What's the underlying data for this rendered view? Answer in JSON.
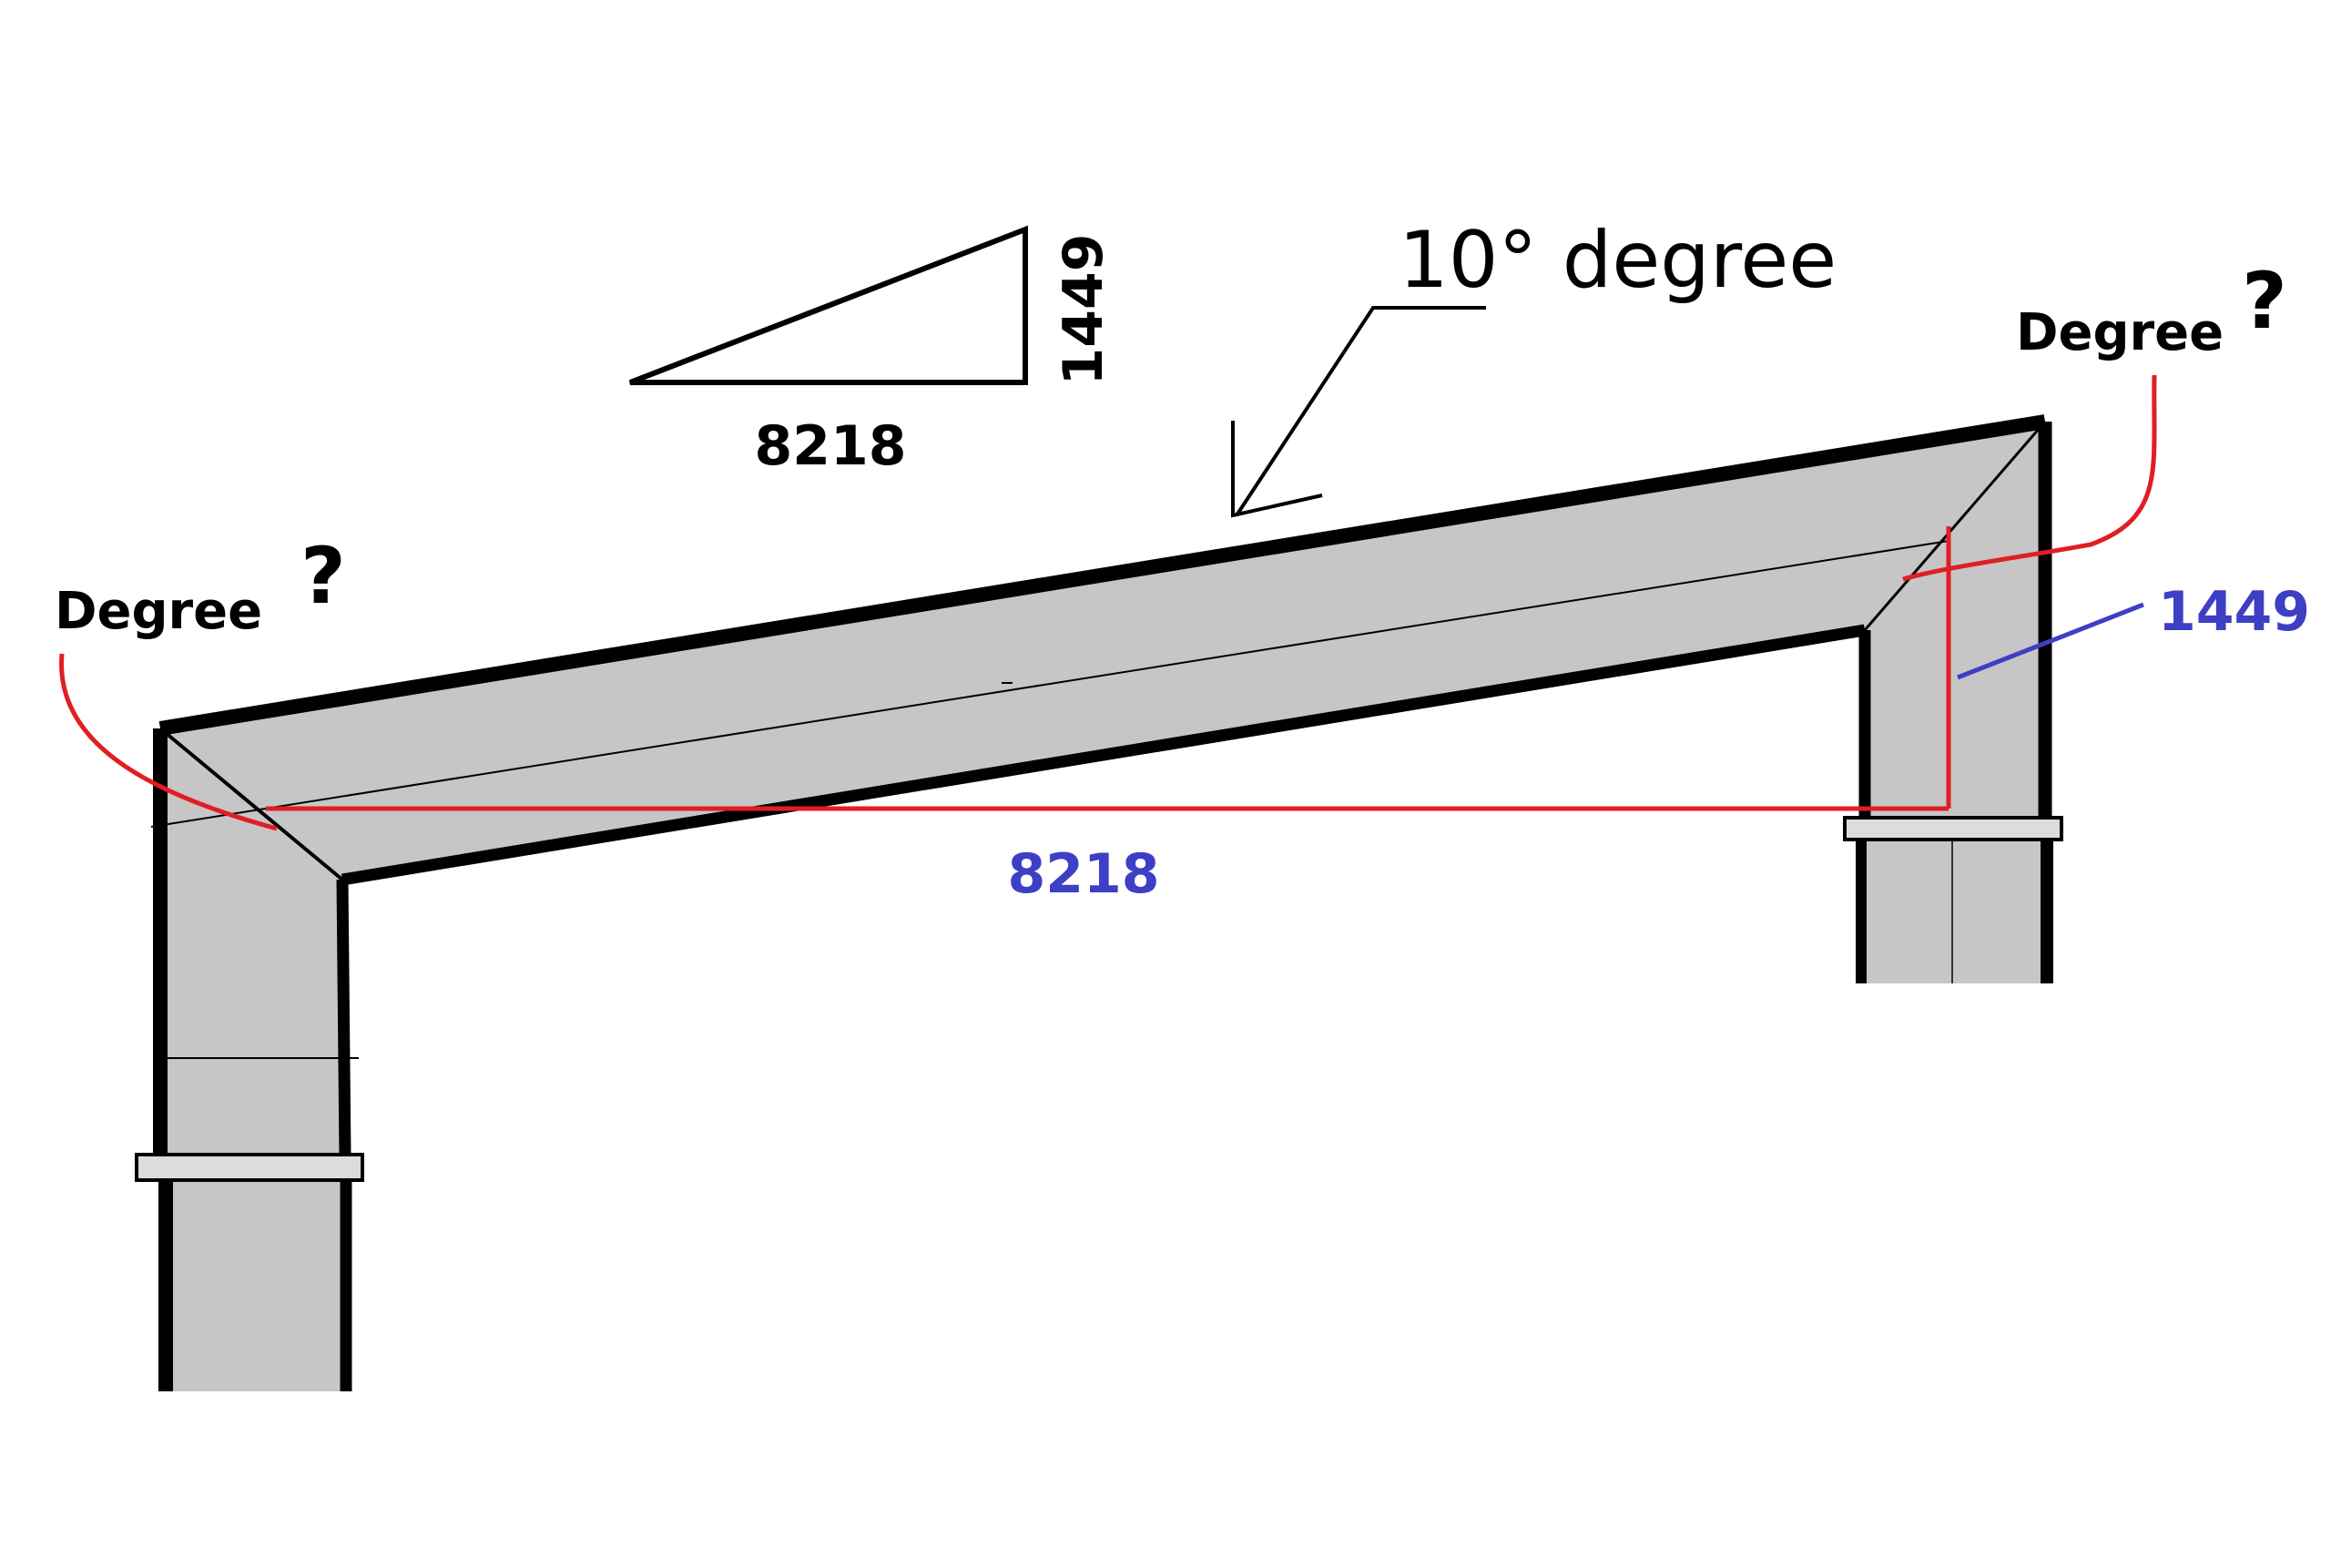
{
  "labels": {
    "angle_note": "10° degree",
    "left_degree": "Degree",
    "left_question": "?",
    "right_degree": "Degree",
    "right_question": "?",
    "triangle_run": "8218",
    "triangle_rise": "1449",
    "frame_run": "8218",
    "frame_rise": "1449"
  },
  "colors": {
    "frame_fill": "#c6c6c6",
    "frame_outline": "#000000",
    "measure_red": "#e01e24",
    "measure_blue": "#3d3fc4",
    "text_black": "#000000"
  }
}
